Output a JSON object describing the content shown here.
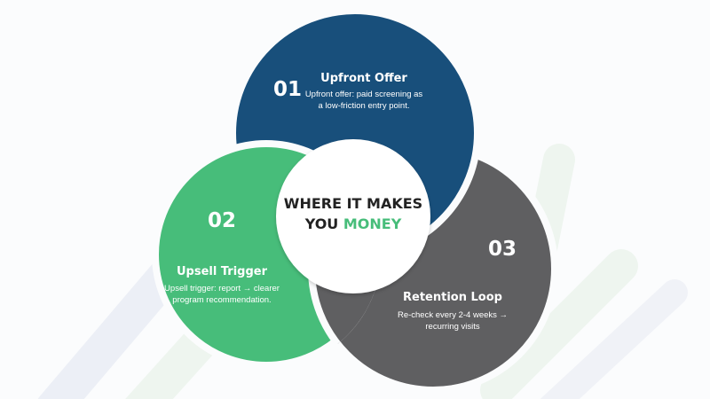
{
  "colors": {
    "blue": "#184f7b",
    "green": "#47bd7a",
    "gray": "#5f5f61",
    "accent": "#47bd7a"
  },
  "center": {
    "line1": "WHERE IT MAKES",
    "line2_prefix": "YOU",
    "line2_highlight": "MONEY"
  },
  "steps": [
    {
      "number": "01",
      "title": "Upfront Offer",
      "description_line1": "Upfront offer: paid screening as",
      "description_line2": "a low-friction entry point."
    },
    {
      "number": "02",
      "title": "Upsell Trigger",
      "description_line1": "Upsell trigger: report → clearer",
      "description_line2": "program recommendation."
    },
    {
      "number": "03",
      "title": "Retention Loop",
      "description_line1": "Re-check every 2-4 weeks →",
      "description_line2": "recurring visits"
    }
  ]
}
